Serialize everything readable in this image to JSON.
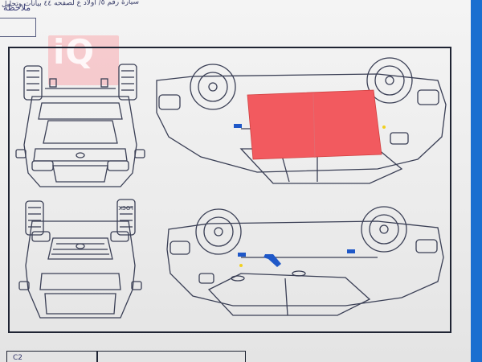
{
  "document": {
    "header_handwriting": "سيارة رقم ٥/ اولاد ع لصفحه ٤٤ بيانات وتحليل",
    "stamp_text": "ملاحظة",
    "watermark_logo_text": "iQ",
    "footer_mark": "C2"
  },
  "colors": {
    "damage_marker": "#f25a5f",
    "blue_marker": "#1f58c8",
    "yellow_marker": "#f0d020",
    "line": "#3a3f55",
    "background_band": "#1a6fd0"
  },
  "diagram": {
    "views": [
      "front-view",
      "side-view-right",
      "rear-view",
      "side-view-left"
    ],
    "lock_label": "LOCK"
  }
}
